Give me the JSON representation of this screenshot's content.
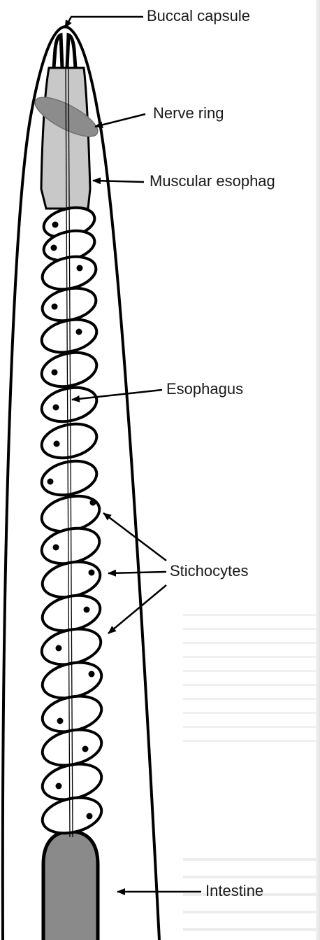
{
  "labels": {
    "buccal_capsule": "Buccal capsule",
    "nerve_ring": "Nerve ring",
    "muscular_esophagus": "Muscular esophag",
    "esophagus": "Esophagus",
    "stichocytes": "Stichocytes",
    "intestine": "Intestine"
  },
  "colors": {
    "outline": "#000000",
    "muscular_esophagus_fill": "#c8c8c8",
    "nerve_ring_fill": "#8c8c8c",
    "intestine_fill": "#8a8a8a",
    "background": "#ffffff"
  }
}
